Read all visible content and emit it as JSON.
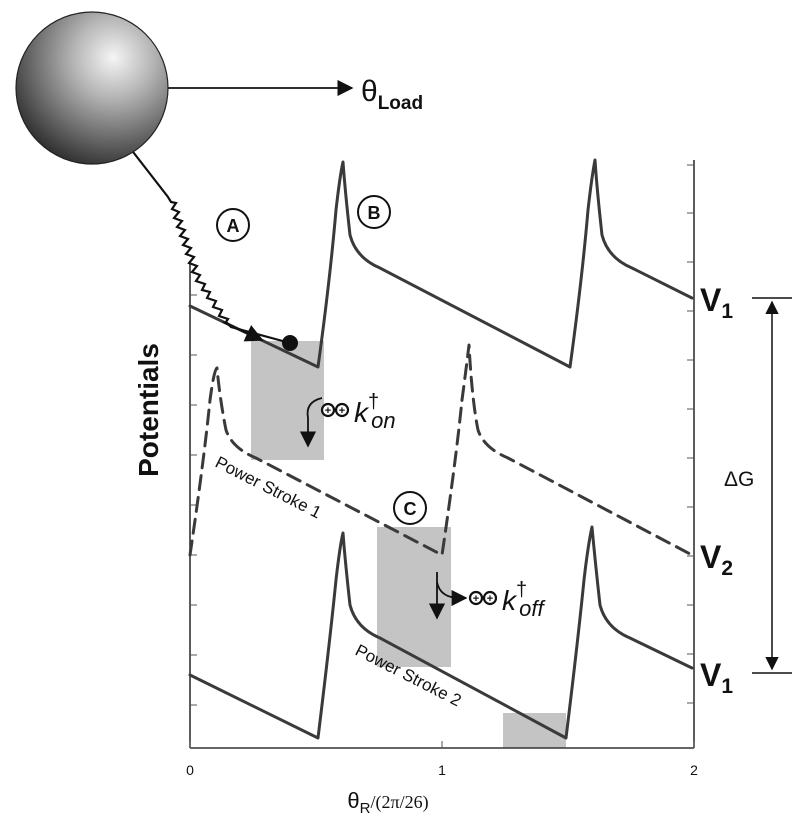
{
  "figure": {
    "y_axis_label": "Potentials",
    "x_axis_label_main": "θ",
    "x_axis_label_sub": "R",
    "x_axis_label_tail": "/(2π/26)",
    "x_ticks": [
      "0",
      "1",
      "2"
    ],
    "load_label_main": "θ",
    "load_label_sub": "Load",
    "markers": {
      "a": "A",
      "b": "B",
      "c": "C"
    },
    "levels": {
      "v1_top": {
        "main": "V",
        "sub": "1"
      },
      "v2": {
        "main": "V",
        "sub": "2"
      },
      "v1_bottom": {
        "main": "V",
        "sub": "1"
      }
    },
    "delta_g": "ΔG",
    "rates": {
      "on": {
        "k": "k",
        "dagger": "†",
        "sub": "on"
      },
      "off": {
        "k": "k",
        "dagger": "†",
        "sub": "off"
      }
    },
    "power_stroke_1": "Power Stroke 1",
    "power_stroke_2": "Power Stroke 2",
    "colors": {
      "curve": "#3a3a3a",
      "shade": "#c4c4c4",
      "axis": "#333333",
      "sphere_light": "#e9e9e9",
      "sphere_dark": "#2c2c2c"
    }
  }
}
